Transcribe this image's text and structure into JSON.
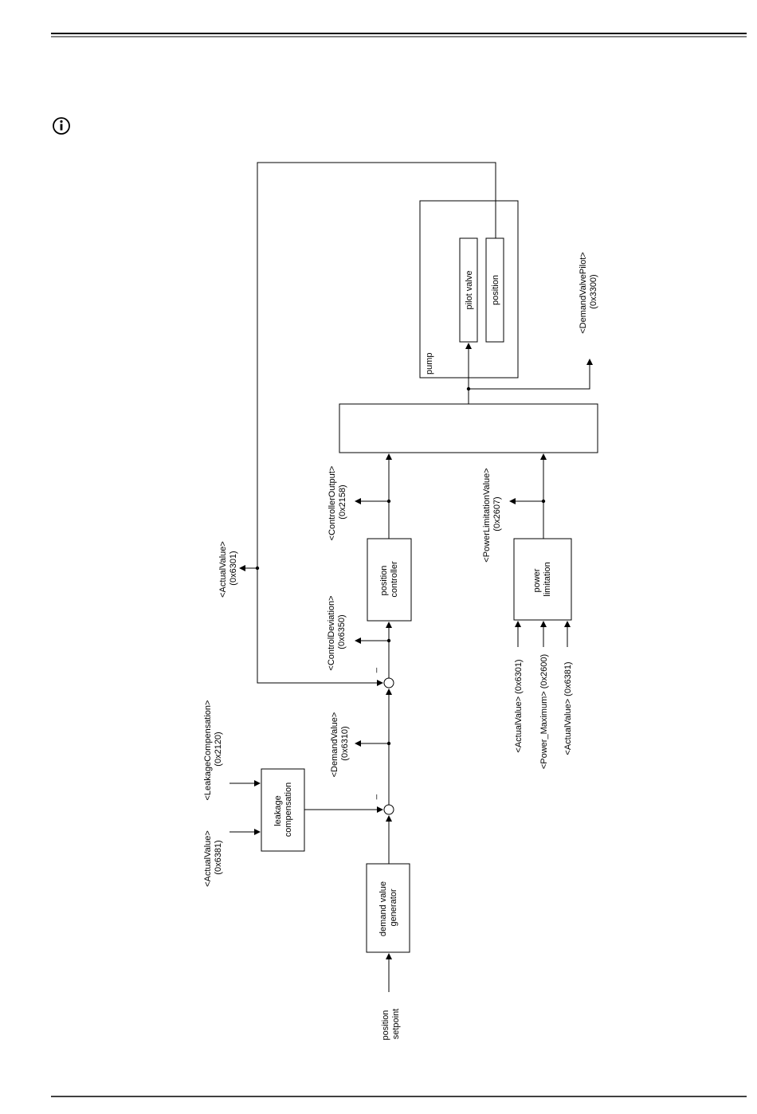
{
  "blocks": {
    "position_setpoint": [
      "position",
      "setpoint"
    ],
    "demand_value_generator": [
      "demand  value",
      "generator"
    ],
    "leakage_compensation": [
      "leakage",
      "compensation"
    ],
    "position_controller": [
      "position",
      "controller"
    ],
    "power_limitation": [
      "power",
      "limitation"
    ],
    "pump": "pump",
    "pilot_valve": "pilot valve",
    "position": "position"
  },
  "signals": {
    "actual_value_6381": [
      "<ActualValue>",
      "(0x6381)"
    ],
    "leakage_compensation": [
      "<LeakageCompensation>",
      "(0x2120)"
    ],
    "demand_value": [
      "<DemandValue>",
      "(0x6310)"
    ],
    "control_deviation": [
      "<ControlDeviation>",
      "(0x6350)"
    ],
    "actual_value_6301": [
      "<ActualValue>",
      "(0x6301)"
    ],
    "controller_output": [
      "<ControllerOutput>",
      "(0x2158)"
    ],
    "power_limitation_value": [
      "<PowerLimitationValue>",
      "(0x2607)"
    ],
    "demand_valve_pilot": [
      "<DemandValvePilot>",
      "(0x3300)"
    ],
    "pl_input_1": "<ActualValue> (0x6301)",
    "pl_input_2": "<Power_Maximum> (0x2600)",
    "pl_input_3": "<ActualValue> (0x6381)"
  },
  "junctions": {
    "minus_sign_1": "_",
    "minus_sign_2": "_"
  },
  "icons": {
    "info": "info-circle-icon"
  }
}
